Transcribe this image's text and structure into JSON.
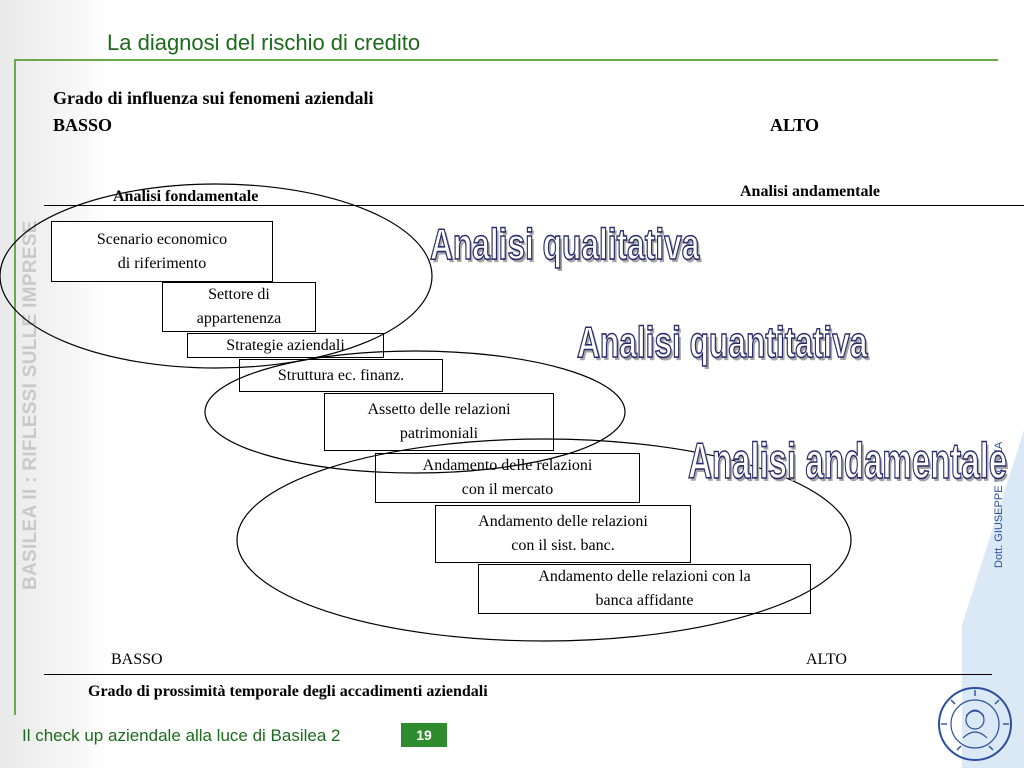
{
  "slide": {
    "title": "La diagnosi del rischio di credito",
    "side_text": "BASILEA II : RIFLESSI SULLE IMPRESE",
    "author": "Dott. GIUSEPPE D'ONZA",
    "footer": "Il check up aziendale alla luce di Basilea 2",
    "page_number": "19"
  },
  "top_axis": {
    "label": "Grado di influenza sui fenomeni aziendali",
    "low": "BASSO",
    "high": "ALTO"
  },
  "bottom_axis": {
    "label": "Grado di prossimità temporale degli accadimenti aziendali",
    "low": "BASSO",
    "high": "ALTO"
  },
  "headings": {
    "left": "Analisi fondamentale",
    "right": "Analisi andamentale"
  },
  "boxes": [
    {
      "line1": "Scenario economico",
      "line2": "di riferimento"
    },
    {
      "line1": "Settore di",
      "line2": "appartenenza"
    },
    {
      "line1": "Strategie aziendali"
    },
    {
      "line1": "Struttura ec. finanz."
    },
    {
      "line1": "Assetto delle relazioni",
      "line2": "patrimoniali"
    },
    {
      "line1": "Andamento delle relazioni",
      "line2": "con il mercato"
    },
    {
      "line1": "Andamento delle relazioni",
      "line2": "con il sist. banc."
    },
    {
      "line1": "Andamento delle relazioni con la",
      "line2": "banca affidante"
    }
  ],
  "wordart": {
    "qualitativa": "Analisi qualitativa",
    "quantitativa": "Analisi quantitativa",
    "andamentale": "Analisi andamentale"
  },
  "colors": {
    "title_green": "#1c6b1c",
    "rule_green": "#6aa84f",
    "page_badge": "#2e8b2e",
    "wordart_outline": "#2b2b6b",
    "side_band_blue": "#dbe8f5"
  }
}
